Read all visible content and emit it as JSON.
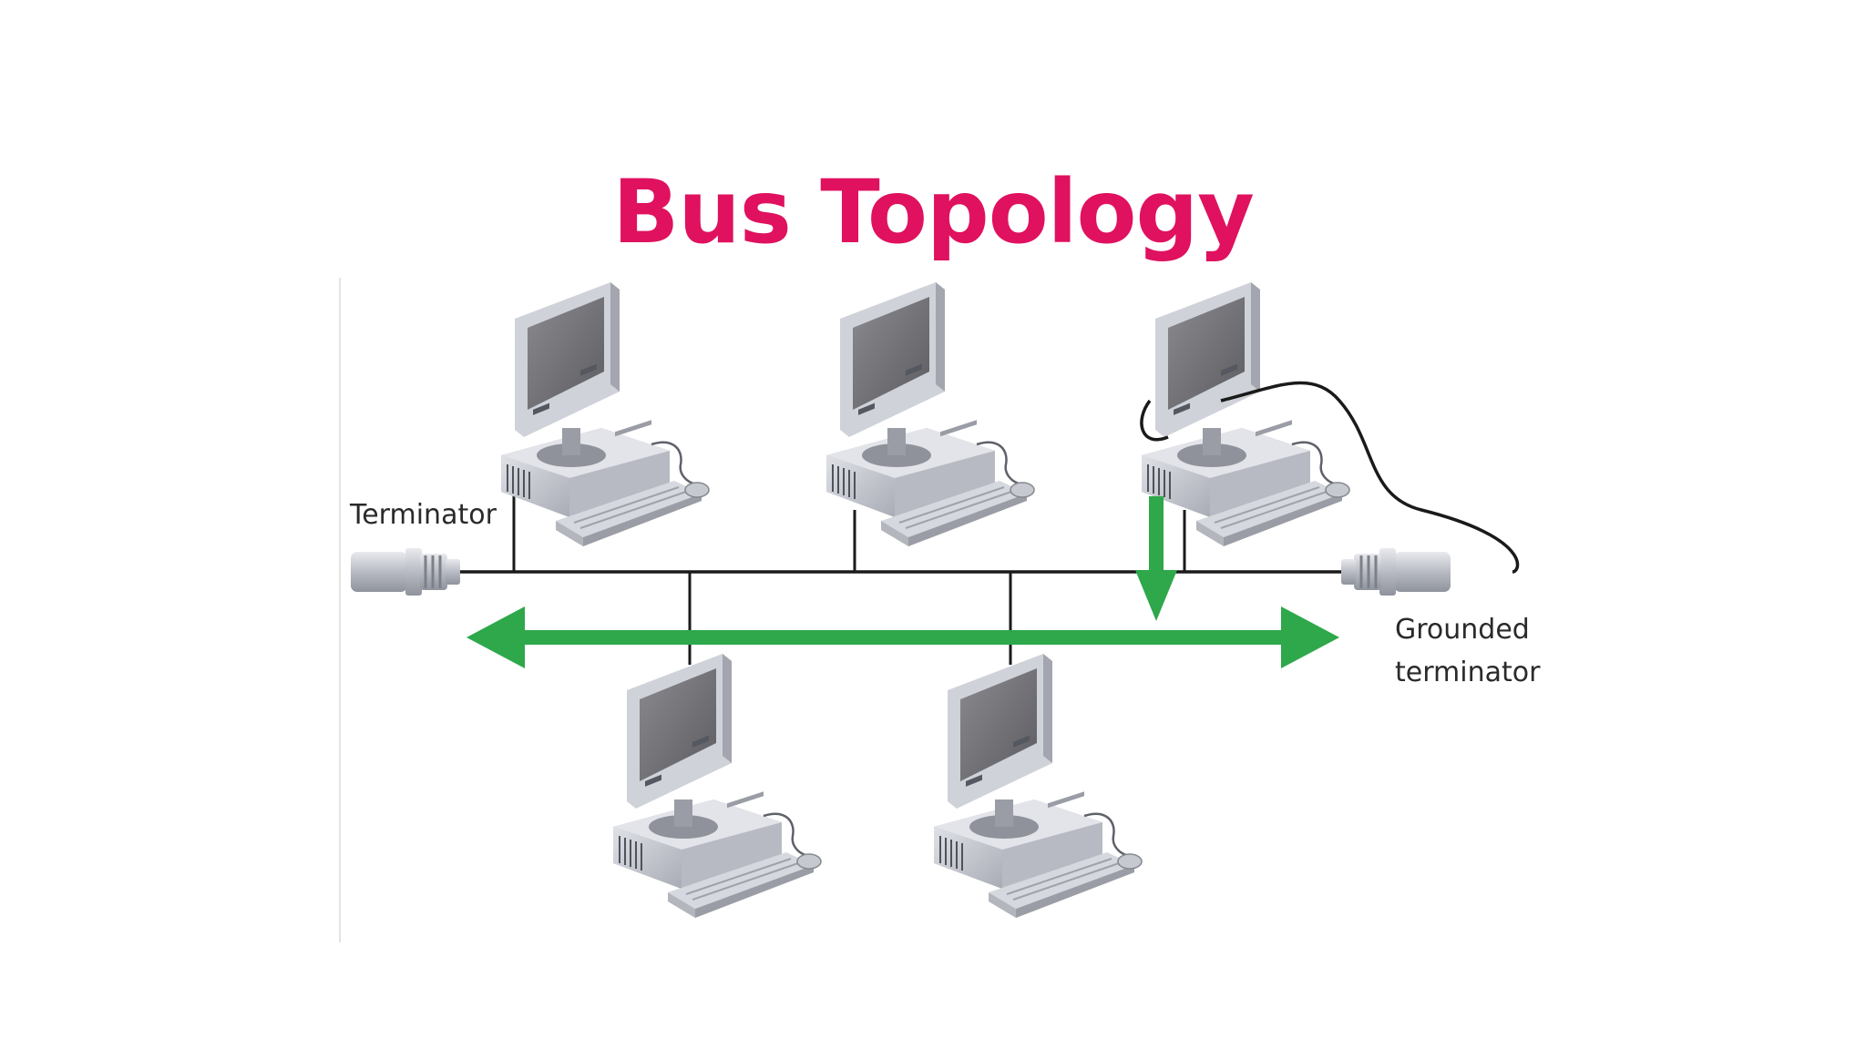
{
  "title": "Bus Topology",
  "labels": {
    "terminator": "Terminator",
    "grounded_line1": "Grounded",
    "grounded_line2": "terminator"
  },
  "colors": {
    "title": "#e0115f",
    "bus_line": "#1a1a1a",
    "signal_arrow": "#2ea84a",
    "computer_body": "#c8cbd3",
    "screen": "#6e6e72"
  },
  "icons": [
    "computer-icon",
    "terminator-connector-icon",
    "grounded-terminator-icon",
    "signal-arrow"
  ],
  "nodes": [
    {
      "id": "computer-1",
      "side": "top"
    },
    {
      "id": "computer-2",
      "side": "top"
    },
    {
      "id": "computer-3",
      "side": "top"
    },
    {
      "id": "computer-4",
      "side": "bottom"
    },
    {
      "id": "computer-5",
      "side": "bottom"
    }
  ]
}
